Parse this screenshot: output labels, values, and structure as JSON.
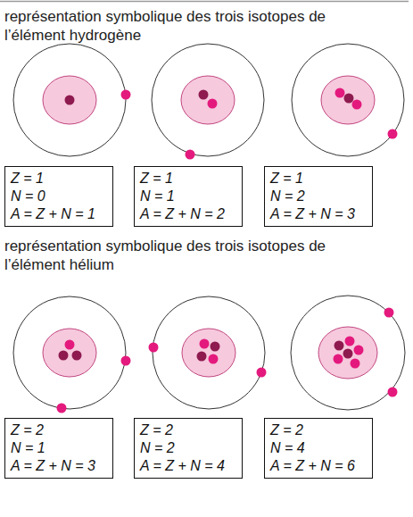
{
  "diagram": {
    "nodes": [
      {
        "text": [
          "Z = 1",
          "N = 0",
          "A = Z + N = 1"
        ]
      },
      {
        "text": [
          "Z = 1",
          "N = 1",
          "A = Z + N = 2"
        ]
      },
      {
        "text": [
          "Z = 1",
          "N = 2",
          "A = Z + N = 3"
        ]
      },
      {
        "text": [
          "Z = 2",
          "N = 1",
          "A = Z + N = 3"
        ]
      },
      {
        "text": [
          "Z = 2",
          "N = 2",
          "A = Z + N = 4"
        ]
      },
      {
        "text": [
          "Z = 2",
          "N = 4",
          "A = Z + N = 6"
        ]
      }
    ],
    "labels": [
      "représentation symbolique des trois isotopes de l’élément hydrogène",
      "représentation symbolique des trois isotopes de l’élément hélium"
    ]
  }
}
